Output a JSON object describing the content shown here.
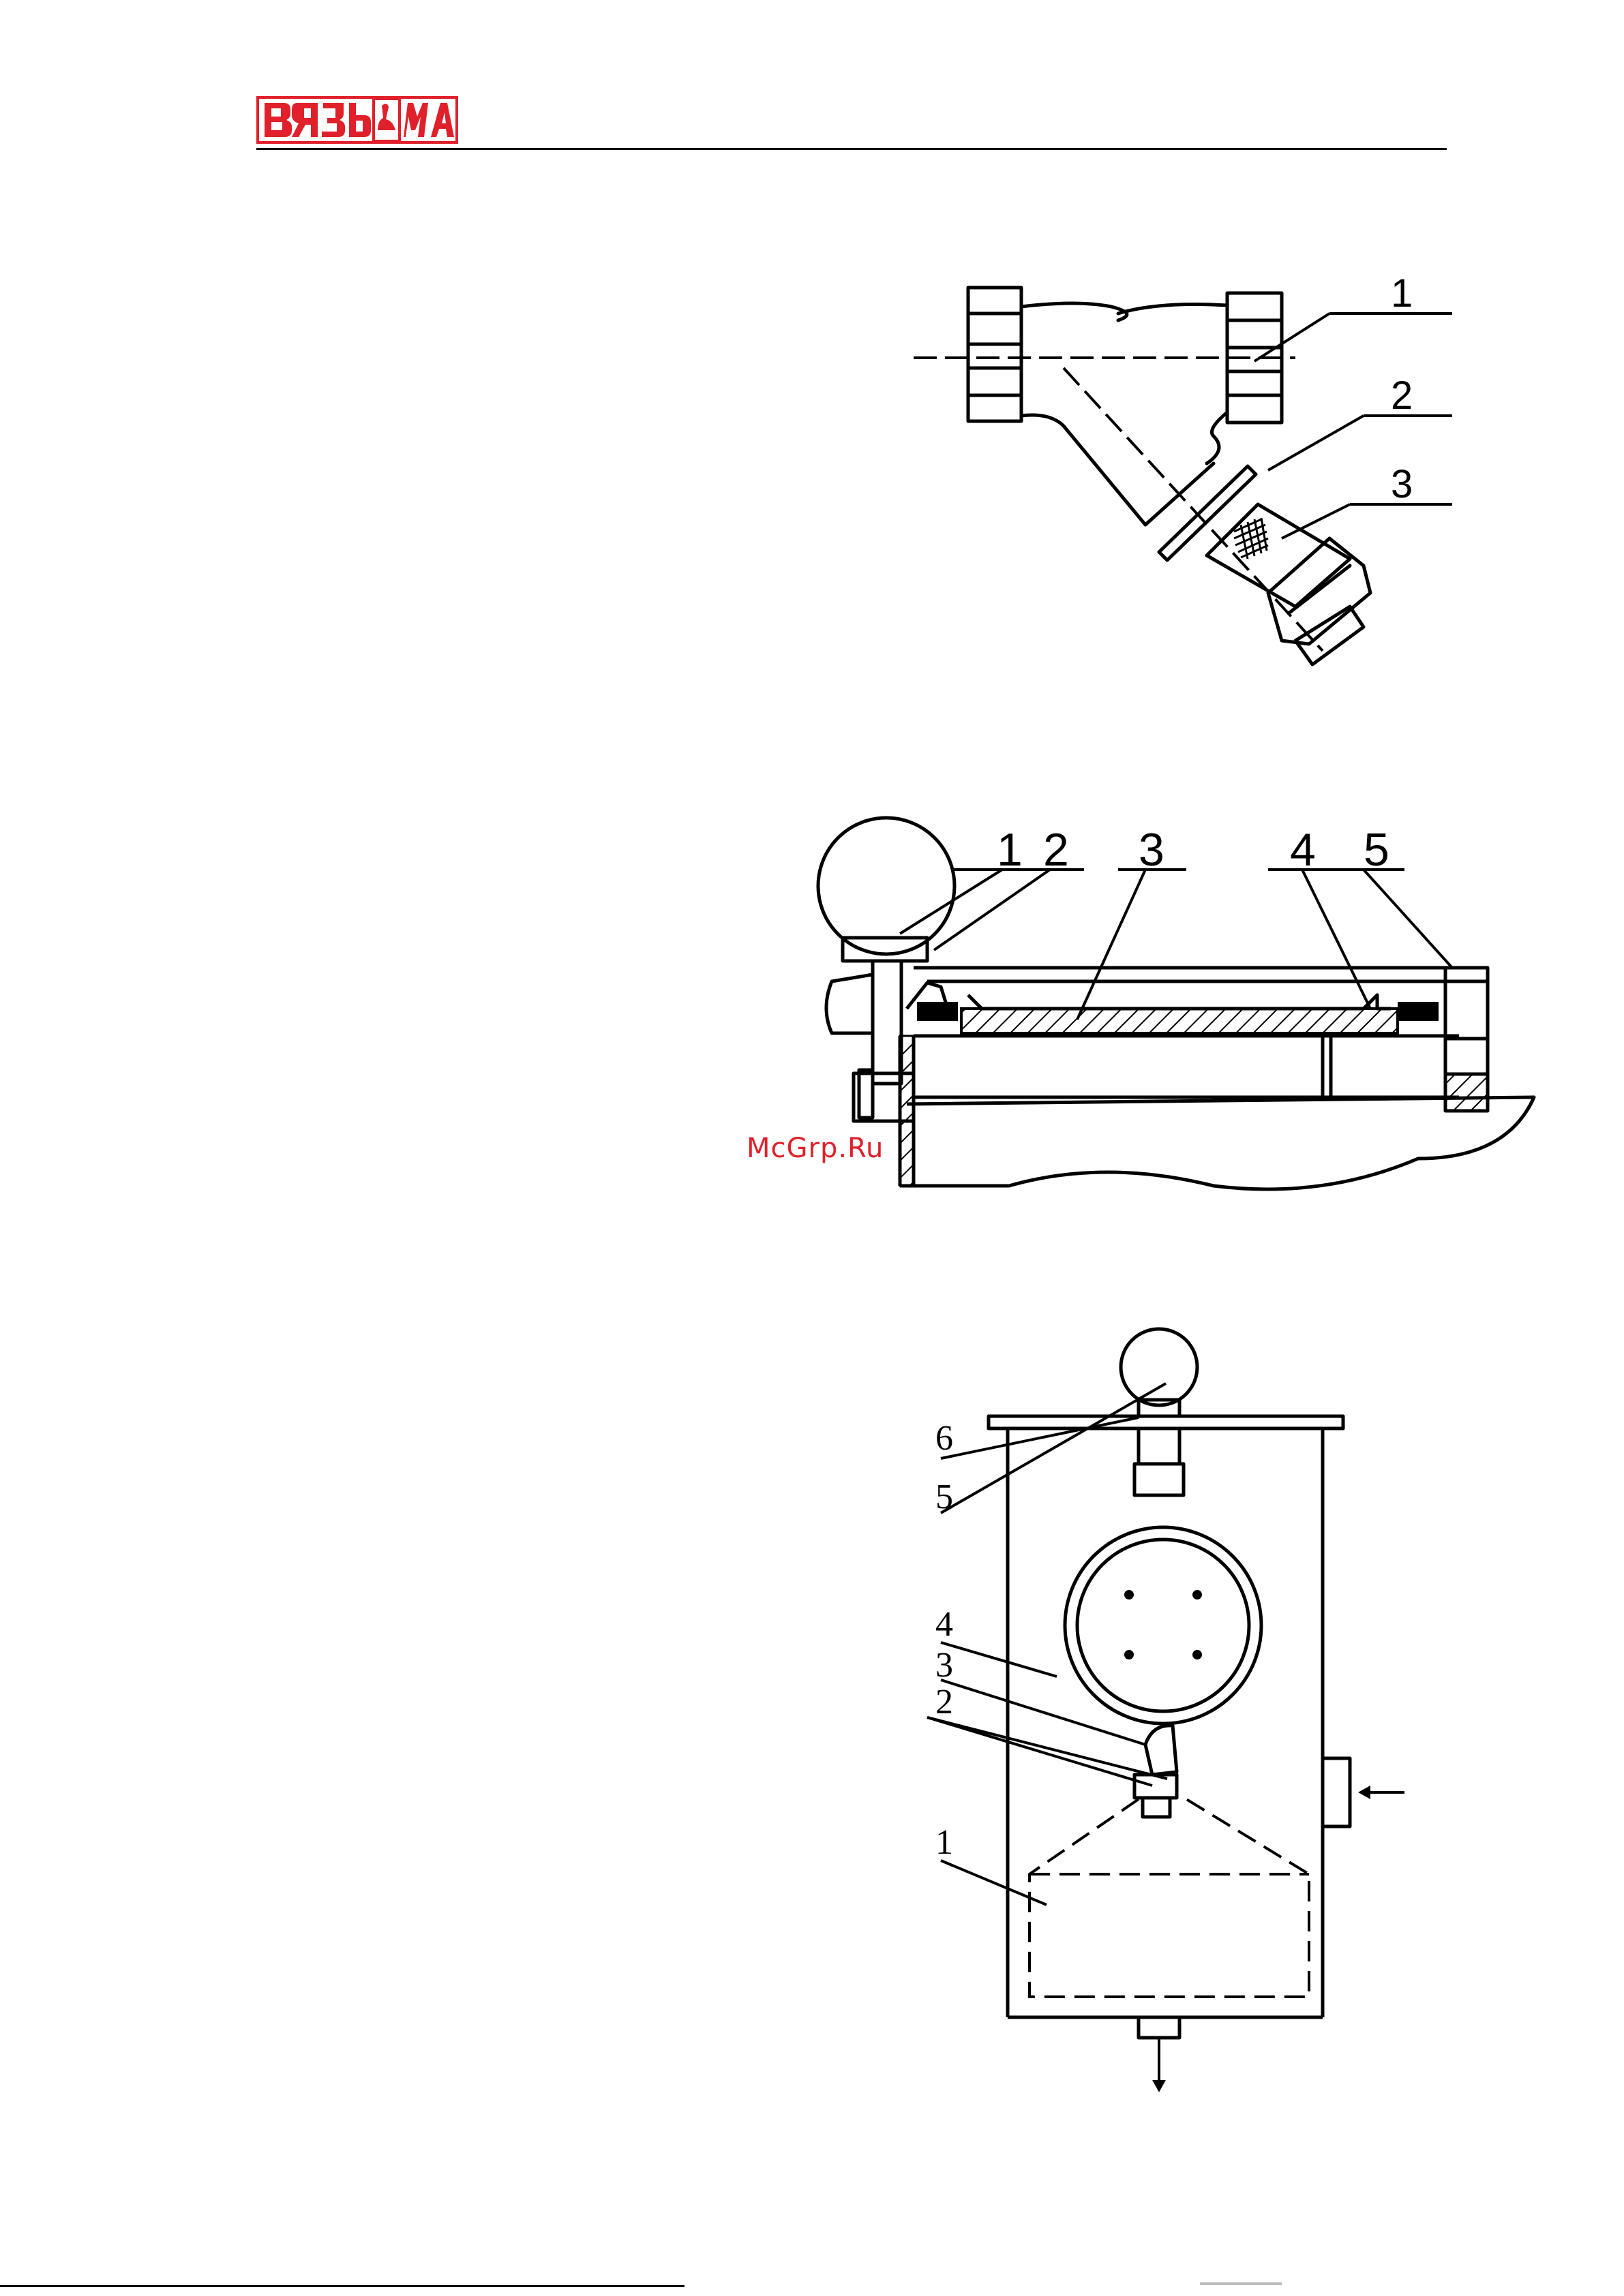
{
  "header": {
    "logo_text": "ВЯЗЬМА",
    "logo_color": "#e0202a"
  },
  "watermark": "McGrp.Ru",
  "figures": [
    {
      "id": "y-strainer",
      "callouts": [
        "1",
        "2",
        "3"
      ]
    },
    {
      "id": "sight-glass-cover",
      "callouts": [
        "1",
        "2",
        "3",
        "4",
        "5"
      ]
    },
    {
      "id": "filter-tank",
      "callouts": [
        "6",
        "5",
        "4",
        "3",
        "2",
        "1"
      ]
    }
  ]
}
